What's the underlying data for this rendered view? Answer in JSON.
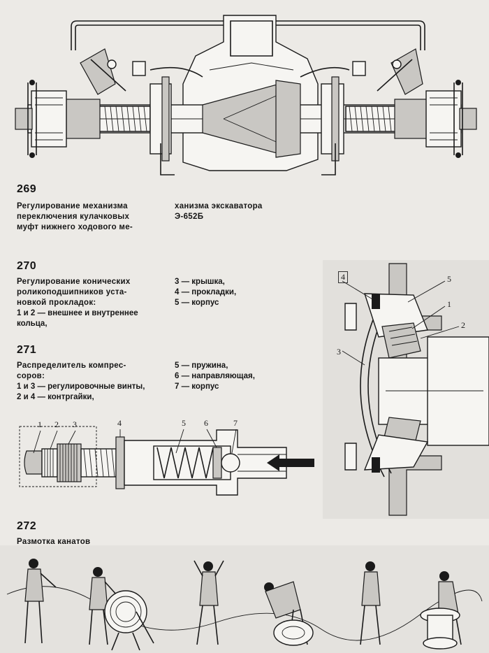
{
  "figures": {
    "f269": {
      "number": "269",
      "caption_lines": [
        "Регулирование механизма",
        "переключения кулачковых",
        "муфт нижнего ходового ме-"
      ],
      "caption_cont_lines": [
        "ханизма экскаватора",
        "Э-652Б"
      ]
    },
    "f270": {
      "number": "270",
      "caption_lines": [
        "Регулирование конических",
        "роликоподшипников уста-",
        "новкой прокладок:",
        "1 и 2 — внешнее и внутреннее",
        "кольца,"
      ],
      "legend": [
        "3 — крышка,",
        "4 — прокладки,",
        "5 — корпус"
      ],
      "callouts": [
        "4",
        "5",
        "1",
        "2",
        "3"
      ]
    },
    "f271": {
      "number": "271",
      "caption_lines": [
        "Распределитель компрес-",
        "соров:",
        "1 и 3 — регулировочные винты,",
        "2 и 4 — контргайки,"
      ],
      "legend": [
        "5 — пружина,",
        "6 — направляющая,",
        "7 — корпус"
      ],
      "callouts": [
        "1",
        "2",
        "3",
        "4",
        "5",
        "6",
        "7"
      ]
    },
    "f272": {
      "number": "272",
      "caption": "Размотка канатов"
    }
  }
}
